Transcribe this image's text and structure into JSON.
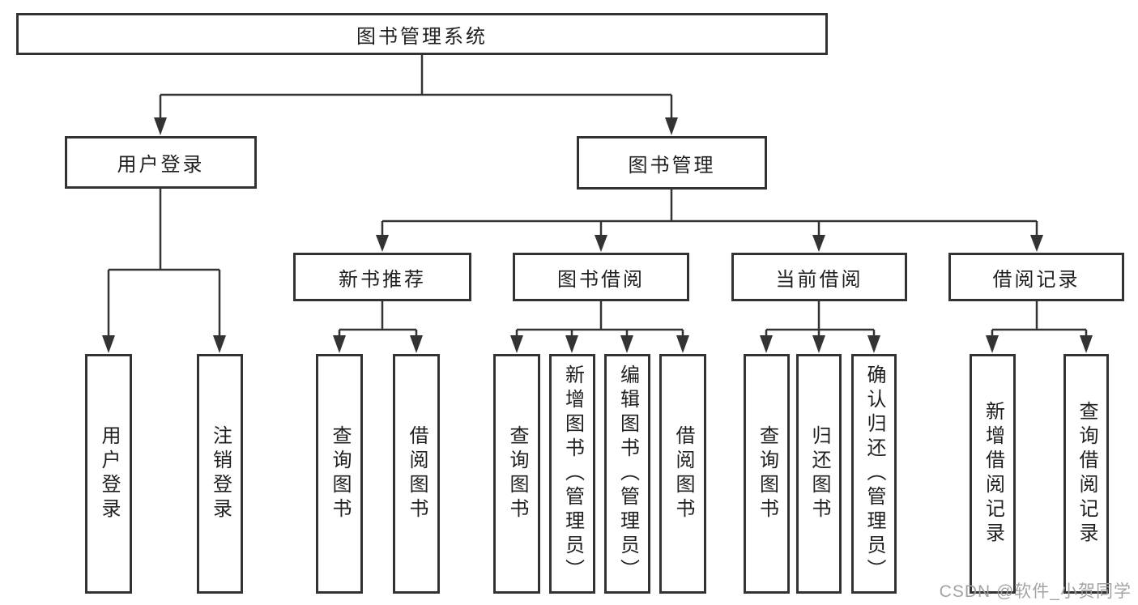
{
  "diagram": {
    "title": "图书管理系统",
    "colors": {
      "line": "#333333",
      "text": "#1f1f1f",
      "watermark": "#9e9e9e",
      "background": "#ffffff"
    },
    "nodes": {
      "root": "图书管理系统",
      "user_login": "用户登录",
      "book_management": "图书管理",
      "new_book_rec": "新书推荐",
      "book_borrow": "图书借阅",
      "current_borrow": "当前借阅",
      "borrow_records": "借阅记录",
      "leaf_user_login": "用户登录",
      "leaf_logout": "注销登录",
      "leaf_nb_query": "查询图书",
      "leaf_nb_borrow": "借阅图书",
      "leaf_bb_query": "查询图书",
      "leaf_bb_add": "新增图书（管理员）",
      "leaf_bb_edit": "编辑图书（管理员）",
      "leaf_bb_borrow": "借阅图书",
      "leaf_cb_query": "查询图书",
      "leaf_cb_return": "归还图书",
      "leaf_cb_confirm": "确认归还（管理员）",
      "leaf_br_add": "新增借阅记录",
      "leaf_br_query": "查询借阅记录"
    },
    "watermark": "CSDN @软件_小贺同学"
  }
}
